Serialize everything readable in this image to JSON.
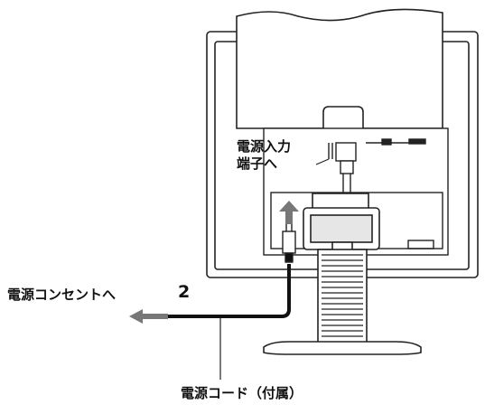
{
  "labels": {
    "power_input_line1": "電源入力",
    "power_input_line2": "端子へ",
    "to_outlet": "電源コンセントへ",
    "step_number": "2",
    "power_cord": "電源コード（付属）"
  }
}
